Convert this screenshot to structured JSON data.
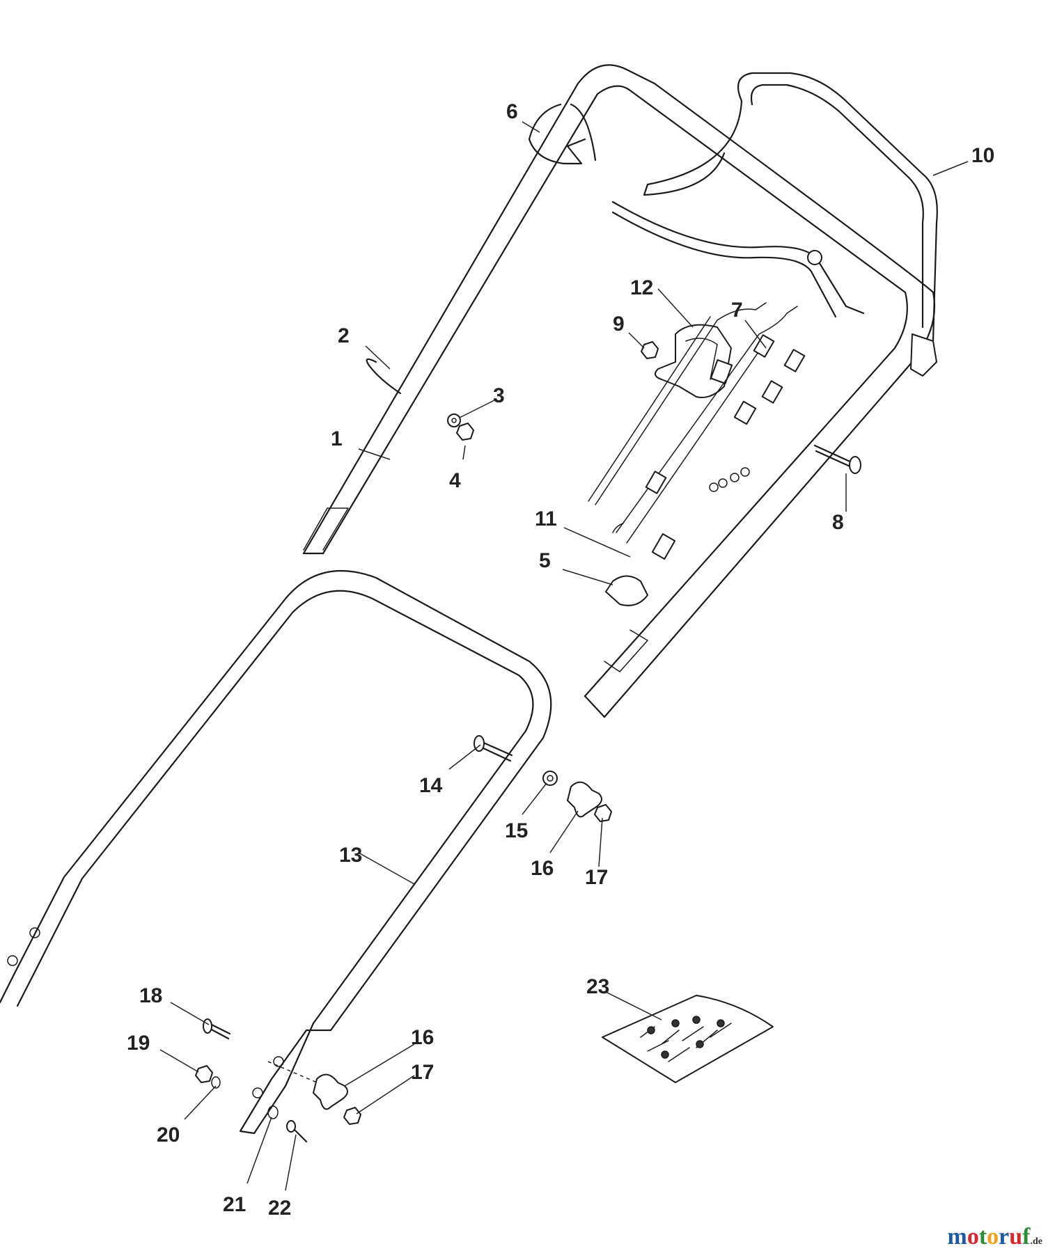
{
  "callouts": [
    {
      "id": "1",
      "label": "1"
    },
    {
      "id": "2",
      "label": "2"
    },
    {
      "id": "3",
      "label": "3"
    },
    {
      "id": "4",
      "label": "4"
    },
    {
      "id": "5",
      "label": "5"
    },
    {
      "id": "6",
      "label": "6"
    },
    {
      "id": "7",
      "label": "7"
    },
    {
      "id": "8",
      "label": "8"
    },
    {
      "id": "9",
      "label": "9"
    },
    {
      "id": "10",
      "label": "10"
    },
    {
      "id": "11",
      "label": "11"
    },
    {
      "id": "12",
      "label": "12"
    },
    {
      "id": "13",
      "label": "13"
    },
    {
      "id": "14",
      "label": "14"
    },
    {
      "id": "15",
      "label": "15"
    },
    {
      "id": "16a",
      "label": "16"
    },
    {
      "id": "17a",
      "label": "17"
    },
    {
      "id": "18",
      "label": "18"
    },
    {
      "id": "19",
      "label": "19"
    },
    {
      "id": "20",
      "label": "20"
    },
    {
      "id": "16b",
      "label": "16"
    },
    {
      "id": "17b",
      "label": "17"
    },
    {
      "id": "21",
      "label": "21"
    },
    {
      "id": "22",
      "label": "22"
    },
    {
      "id": "23",
      "label": "23"
    }
  ],
  "watermark": {
    "text": "motoruf",
    "suffix": ".de",
    "letter_colors": [
      "#1c5aa6",
      "#d8262e",
      "#2e8b3a",
      "#f0a01e",
      "#1c5aa6",
      "#d8262e",
      "#2e8b3a"
    ]
  }
}
